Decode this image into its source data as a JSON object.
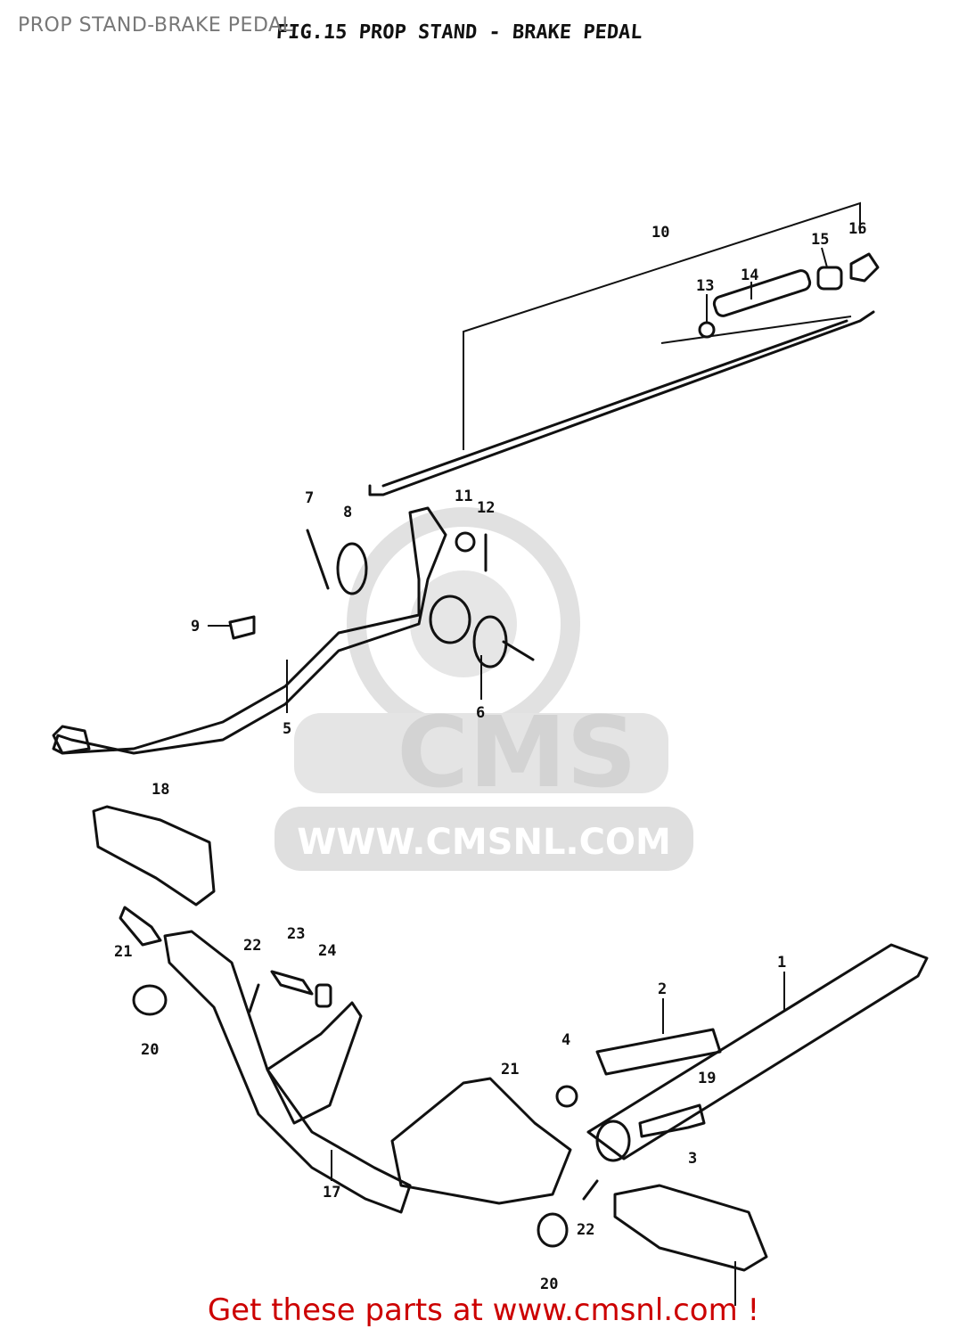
{
  "header": {
    "title": "PROP STAND-BRAKE PEDAL",
    "figure_caption": "FIG.15 PROP STAND - BRAKE PEDAL"
  },
  "watermark": {
    "logo_text": "CMS",
    "url_text": "WWW.CMSNL.COM",
    "color": "#d9d9d9"
  },
  "callouts": [
    {
      "id": "c1",
      "label": "1"
    },
    {
      "id": "c2",
      "label": "2"
    },
    {
      "id": "c3",
      "label": "3"
    },
    {
      "id": "c4",
      "label": "4"
    },
    {
      "id": "c5",
      "label": "5"
    },
    {
      "id": "c6",
      "label": "6"
    },
    {
      "id": "c7",
      "label": "7"
    },
    {
      "id": "c8",
      "label": "8"
    },
    {
      "id": "c9",
      "label": "9"
    },
    {
      "id": "c10",
      "label": "10"
    },
    {
      "id": "c11",
      "label": "11"
    },
    {
      "id": "c12",
      "label": "12"
    },
    {
      "id": "c13",
      "label": "13"
    },
    {
      "id": "c14",
      "label": "14"
    },
    {
      "id": "c15",
      "label": "15"
    },
    {
      "id": "c16",
      "label": "16"
    },
    {
      "id": "c17",
      "label": "17"
    },
    {
      "id": "c18",
      "label": "18"
    },
    {
      "id": "c19",
      "label": "19"
    },
    {
      "id": "c20a",
      "label": "20"
    },
    {
      "id": "c20b",
      "label": "20"
    },
    {
      "id": "c21a",
      "label": "21"
    },
    {
      "id": "c21b",
      "label": "21"
    },
    {
      "id": "c22a",
      "label": "22"
    },
    {
      "id": "c22b",
      "label": "22"
    },
    {
      "id": "c23",
      "label": "23"
    },
    {
      "id": "c24",
      "label": "24"
    }
  ],
  "footer": {
    "text": "Get these parts at www.cmsnl.com !",
    "color": "#cc0000"
  }
}
